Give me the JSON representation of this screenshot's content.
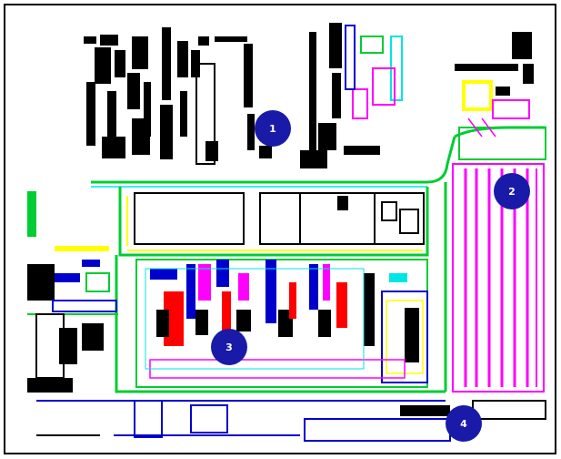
{
  "figure": {
    "background": "#ffffff",
    "frame_color": "#000000",
    "colors": {
      "black": "#000000",
      "blue": "#0000cc",
      "magenta": "#ff00ff",
      "green": "#00cc33",
      "yellow": "#ffff00",
      "cyan": "#00e5e5",
      "red": "#ff0000",
      "marker": "#1a1aa8"
    }
  },
  "markers": [
    {
      "label": "1"
    },
    {
      "label": "2"
    },
    {
      "label": "3"
    },
    {
      "label": "4"
    }
  ]
}
